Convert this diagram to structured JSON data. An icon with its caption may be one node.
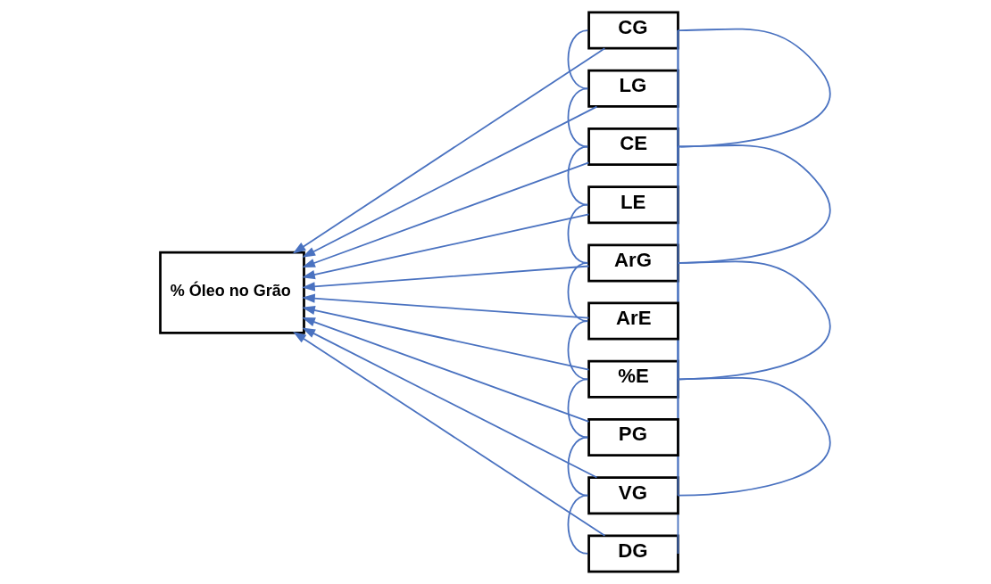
{
  "diagram": {
    "nodes": [
      {
        "text": [
          "% Óleo no Grão"
        ]
      },
      {
        "text": [
          "CG"
        ]
      },
      {
        "text": [
          "LG"
        ]
      },
      {
        "text": [
          "CE"
        ]
      },
      {
        "text": [
          "LE"
        ]
      },
      {
        "text": [
          "ArG"
        ]
      },
      {
        "text": [
          "ArE"
        ]
      },
      {
        "text": [
          "%E"
        ]
      },
      {
        "text": [
          "PG"
        ]
      },
      {
        "text": [
          "VG"
        ]
      },
      {
        "text": [
          "DG"
        ]
      }
    ],
    "edges": [
      {
        "from": 1,
        "to": 0,
        "arrow": "to"
      },
      {
        "from": 2,
        "to": 0,
        "arrow": "to"
      },
      {
        "from": 3,
        "to": 0,
        "arrow": "to"
      },
      {
        "from": 4,
        "to": 0,
        "arrow": "to"
      },
      {
        "from": 5,
        "to": 0,
        "arrow": "to"
      },
      {
        "from": 6,
        "to": 0,
        "arrow": "to"
      },
      {
        "from": 7,
        "to": 0,
        "arrow": "to"
      },
      {
        "from": 8,
        "to": 0,
        "arrow": "to"
      },
      {
        "from": 9,
        "to": 0,
        "arrow": "to"
      },
      {
        "from": 10,
        "to": 0,
        "arrow": "to"
      },
      {
        "from": 1,
        "to": 2,
        "arrow": "none"
      },
      {
        "from": 2,
        "to": 3,
        "arrow": "none"
      },
      {
        "from": 3,
        "to": 4,
        "arrow": "none"
      },
      {
        "from": 4,
        "to": 5,
        "arrow": "none"
      },
      {
        "from": 5,
        "to": 6,
        "arrow": "none"
      },
      {
        "from": 6,
        "to": 7,
        "arrow": "none"
      },
      {
        "from": 7,
        "to": 8,
        "arrow": "none"
      },
      {
        "from": 8,
        "to": 9,
        "arrow": "none"
      },
      {
        "from": 9,
        "to": 10,
        "arrow": "none"
      },
      {
        "from": 1,
        "to": 3,
        "arrow": "none"
      },
      {
        "from": 3,
        "to": 5,
        "arrow": "none"
      },
      {
        "from": 5,
        "to": 7,
        "arrow": "none"
      },
      {
        "from": 7,
        "to": 9,
        "arrow": "none"
      },
      {
        "from": 1,
        "to": 7,
        "arrow": "none"
      },
      {
        "from": 3,
        "to": 9,
        "arrow": "none"
      },
      {
        "from": 1,
        "to": 10,
        "arrow": "none"
      }
    ]
  }
}
